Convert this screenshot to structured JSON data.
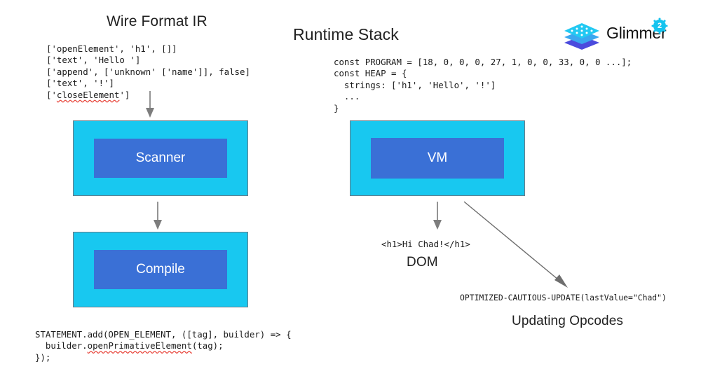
{
  "slide": {
    "background": "#ffffff",
    "accent_cyan": "#18c8f0",
    "accent_blue": "#3a70d6",
    "arrow_gray": "#6e6e6e"
  },
  "left_column": {
    "title": "Wire Format IR",
    "ir_code": "['openElement', 'h1', []]\n['text', 'Hello ']\n['append', ['unknown' ['name']], false]\n['text', '!']\n['closeElement']",
    "ir_code_lines": [
      "['openElement', 'h1', []]",
      "['text', 'Hello ']",
      "['append', ['unknown' ['name']], false]",
      "['text', '!']",
      "['closeElement']"
    ],
    "misspelled_token": "closeElement",
    "stages": [
      {
        "label": "Scanner",
        "outer_color": "#18c8f0",
        "inner_color": "#3a70d6"
      },
      {
        "label": "Compile",
        "outer_color": "#18c8f0",
        "inner_color": "#3a70d6"
      }
    ],
    "statement_code_lines": [
      "STATEMENT.add(OPEN_ELEMENT, ([tag], builder) => {",
      "  builder.openPrimativeElement(tag);",
      "});"
    ],
    "statement_misspelled_token": "openPrimativeElement"
  },
  "right_column": {
    "title": "Runtime Stack",
    "runtime_code_lines": [
      "const PROGRAM = [18, 0, 0, 0, 27, 1, 0, 0, 33, 0, 0 ...];",
      "const HEAP = {",
      "  strings: ['h1', 'Hello', '!']",
      "  ...",
      "}"
    ],
    "stages": [
      {
        "label": "VM",
        "outer_color": "#18c8f0",
        "inner_color": "#3a70d6"
      }
    ],
    "dom_output": "<h1>Hi Chad!</h1>",
    "dom_label": "DOM",
    "updating_opcode": "OPTIMIZED-CAUTIOUS-UPDATE(lastValue=\"Chad\")",
    "updating_opcodes_label": "Updating Opcodes"
  },
  "logo": {
    "wordmark": "Glimmer",
    "badge_number": "2",
    "layer_colors": [
      "#22c9f2",
      "#3aa7f0",
      "#4b4bdd"
    ],
    "badge_color": "#16c4ef"
  }
}
